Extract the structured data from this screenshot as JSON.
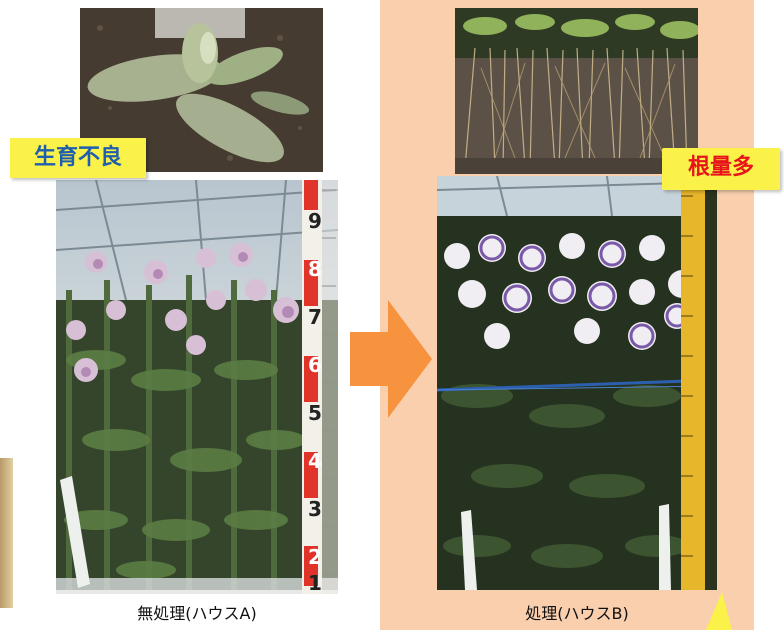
{
  "house_a": {
    "callout": "生育不良",
    "caption": "無処理(ハウスA)",
    "ruler_labels": [
      "9",
      "8",
      "7",
      "6",
      "5",
      "4",
      "3",
      "2",
      "1"
    ]
  },
  "house_b": {
    "callout": "根量多",
    "caption": "処理(ハウスB)"
  },
  "colors": {
    "panel_b_background": "#f9cfae",
    "callout_background": "#fbf249",
    "callout_a_text": "#1f5fae",
    "callout_b_text": "#e8141b",
    "arrow": "#f7923e",
    "ruler_red": "#e0342a",
    "ruler_yellow": "#e8b62a"
  },
  "icons": {
    "arrow": "arrow-right-icon"
  }
}
